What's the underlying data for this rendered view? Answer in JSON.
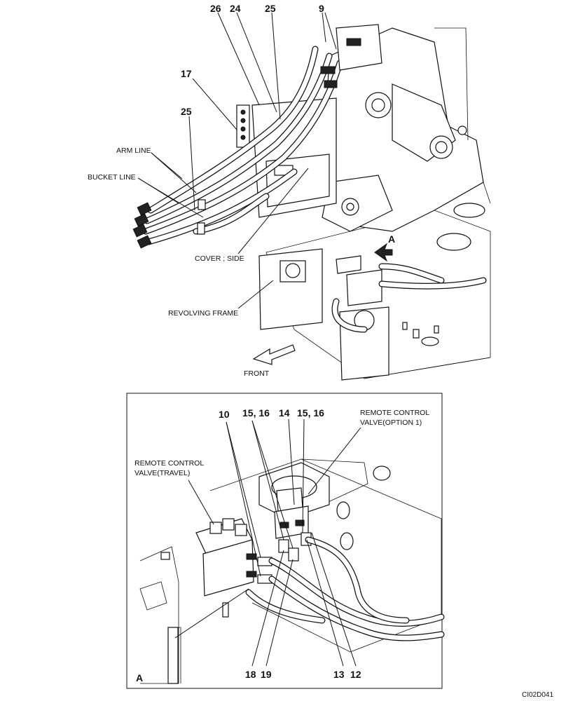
{
  "upper": {
    "callouts": [
      "26",
      "24",
      "25",
      "9",
      "17",
      "25"
    ],
    "labels": {
      "arm_line": "ARM LINE",
      "bucket_line": "BUCKET LINE",
      "cover_side": "COVER ; SIDE",
      "revolving_frame": "REVOLVING FRAME",
      "front": "FRONT",
      "view_marker": "A"
    }
  },
  "detail": {
    "callouts_top": [
      "10",
      "15, 16",
      "14",
      "15, 16"
    ],
    "callouts_bottom": [
      "18",
      "19",
      "13",
      "12"
    ],
    "labels": {
      "rcv_travel_1": "REMOTE CONTROL",
      "rcv_travel_2": "VALVE(TRAVEL)",
      "rcv_option_1": "REMOTE CONTROL",
      "rcv_option_2": "VALVE(OPTION 1)",
      "view_letter": "A"
    }
  },
  "drawing_code": "CI02D041"
}
